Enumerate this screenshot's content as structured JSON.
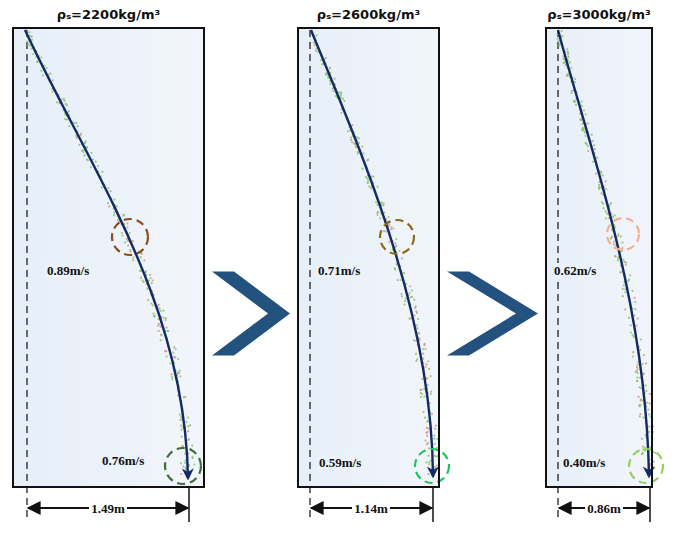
{
  "diagram": {
    "nodes": [
      {
        "text": [
          "ρₛ=2200kg/m³",
          "0.89m/s",
          "0.76m/s"
        ]
      },
      {
        "text": [
          "ρₛ=2600kg/m³",
          "0.71m/s",
          "0.59m/s"
        ]
      },
      {
        "text": [
          "ρₛ=3000kg/m³",
          "0.62m/s",
          "0.40m/s"
        ]
      }
    ],
    "edges": [
      {
        "from": 0,
        "to": 1,
        "arrow": "to"
      },
      {
        "from": 1,
        "to": 2,
        "arrow": "to"
      }
    ],
    "labels": [
      "1.49m",
      "1.14m",
      "0.86m"
    ]
  }
}
